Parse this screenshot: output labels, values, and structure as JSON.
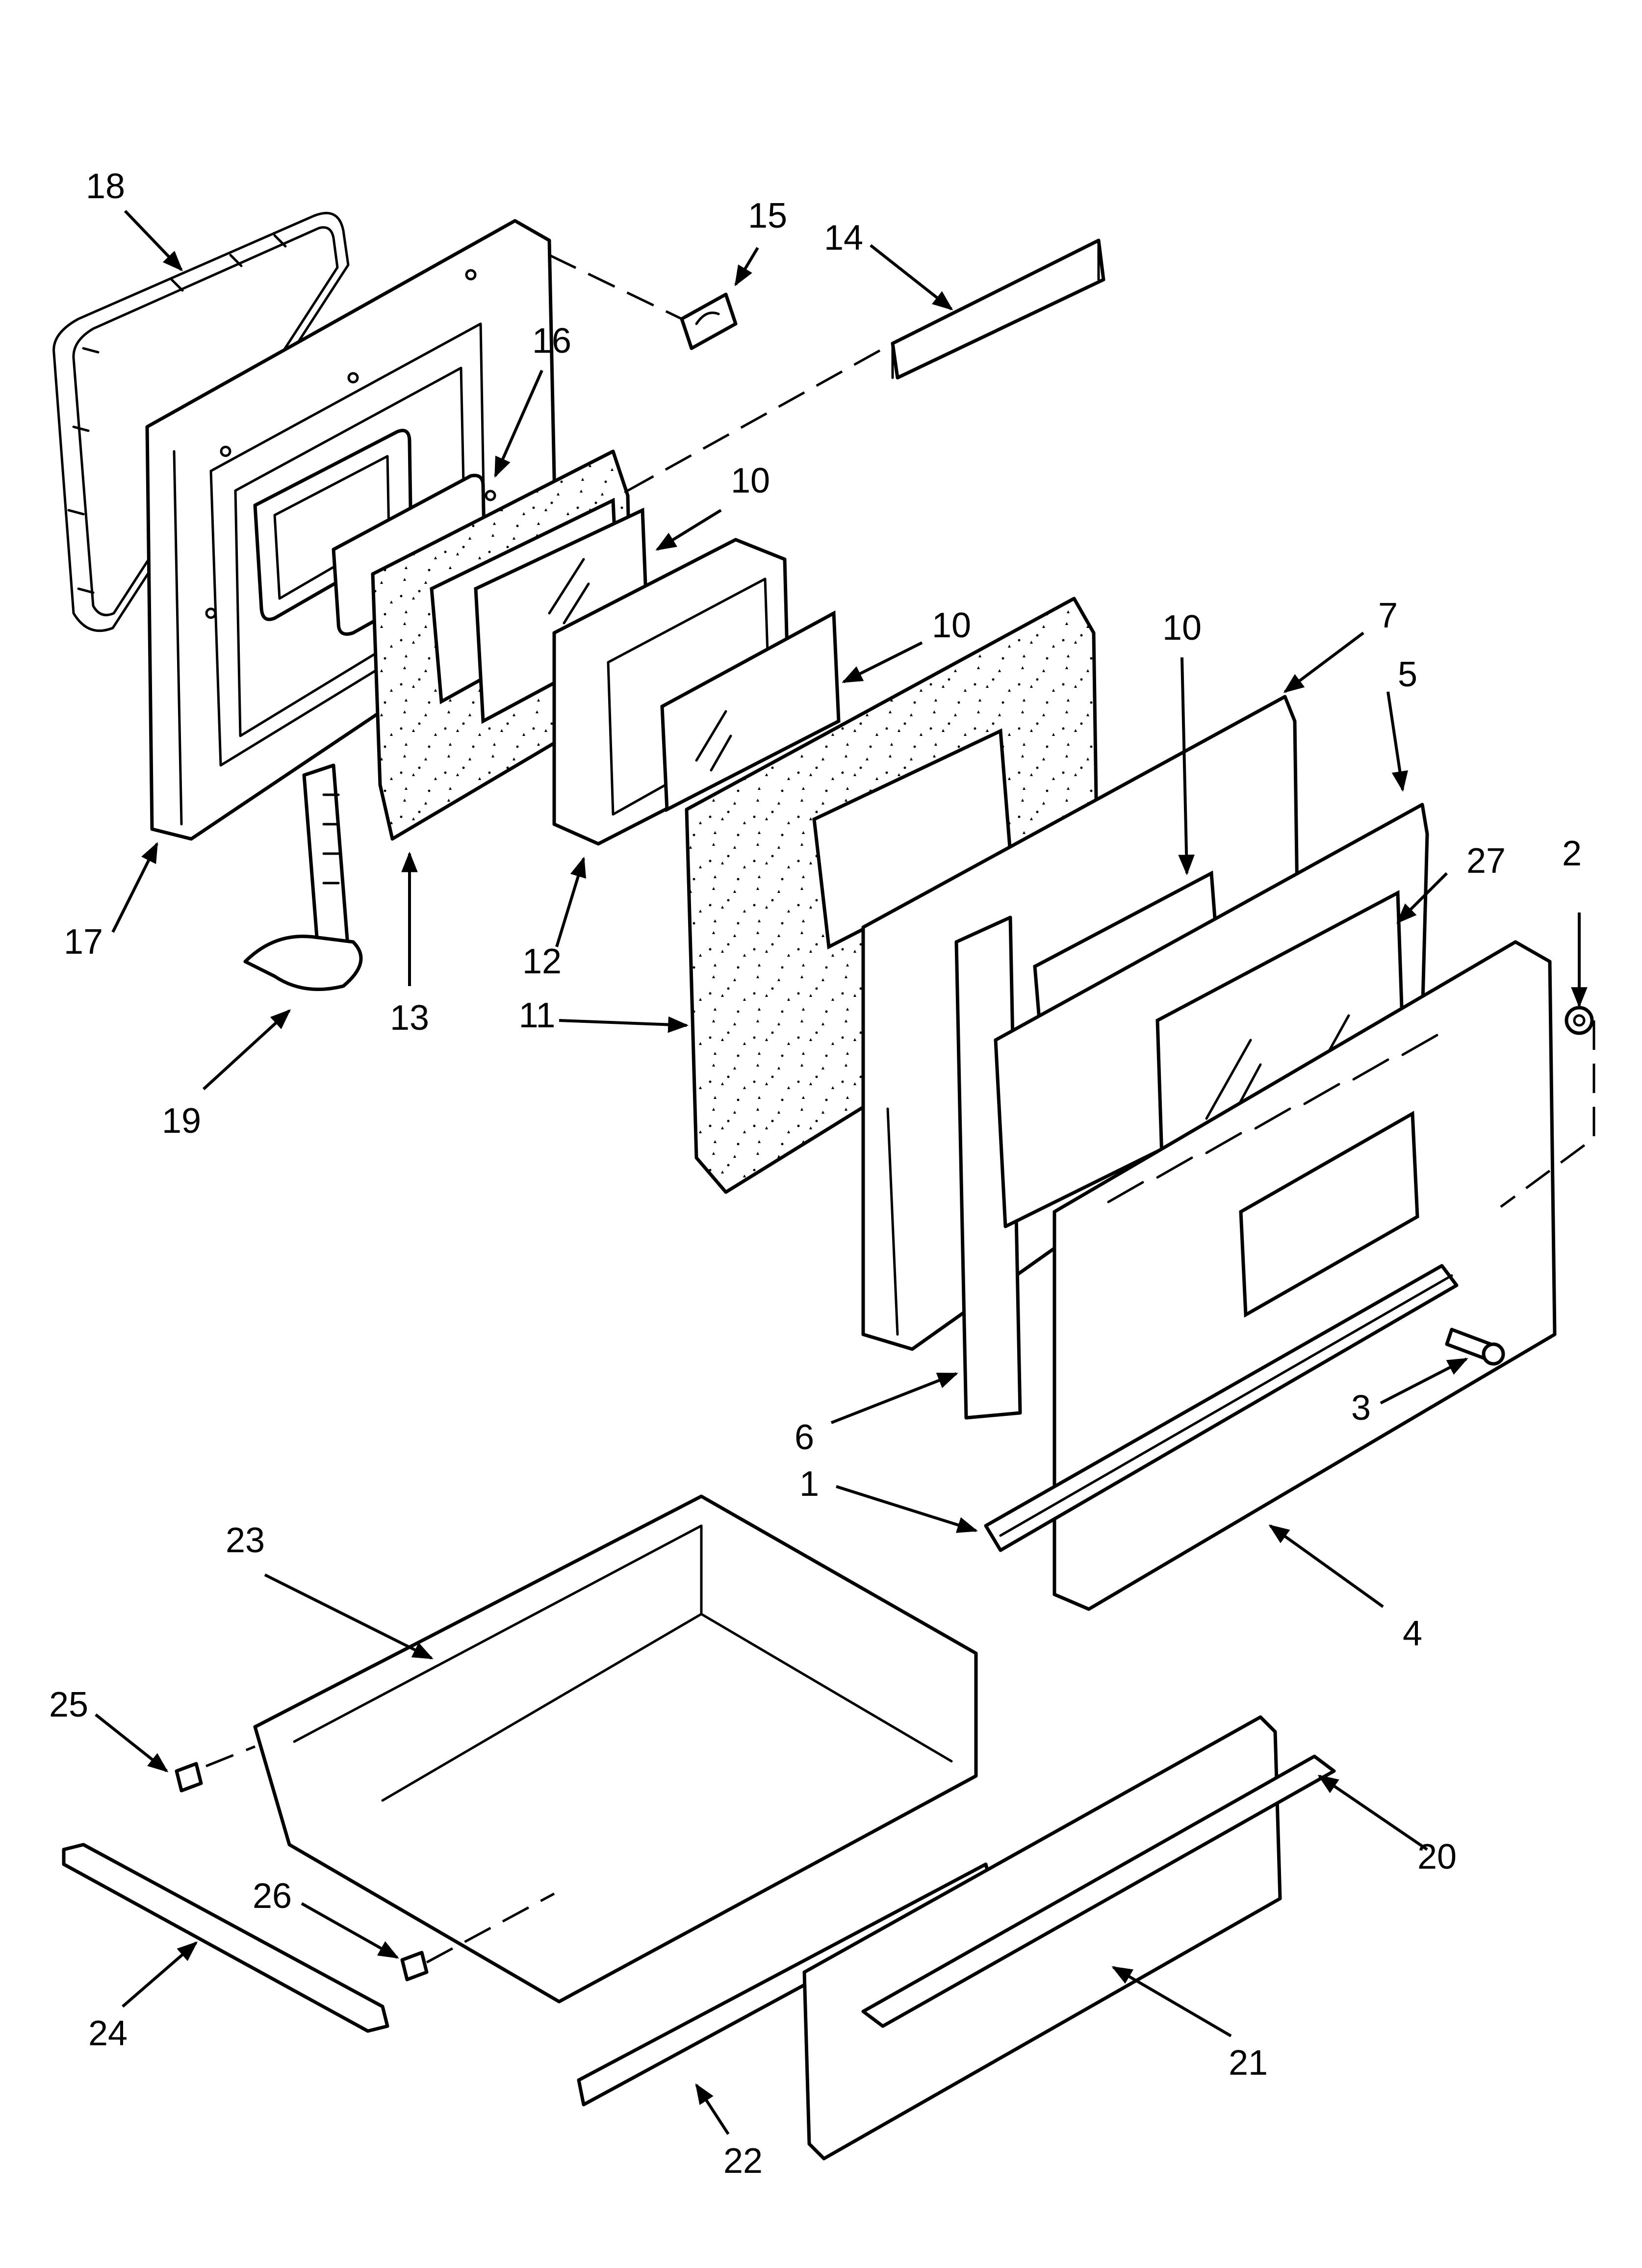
{
  "diagram": {
    "colors": {
      "ink": "#000000",
      "paper": "#ffffff"
    },
    "callouts": [
      {
        "id": "c18",
        "label": "18"
      },
      {
        "id": "c15",
        "label": "15"
      },
      {
        "id": "c14",
        "label": "14"
      },
      {
        "id": "c16",
        "label": "16"
      },
      {
        "id": "c10a",
        "label": "10"
      },
      {
        "id": "c10b",
        "label": "10"
      },
      {
        "id": "c10c",
        "label": "10"
      },
      {
        "id": "c7",
        "label": "7"
      },
      {
        "id": "c5",
        "label": "5"
      },
      {
        "id": "c27",
        "label": "27"
      },
      {
        "id": "c2",
        "label": "2"
      },
      {
        "id": "c17",
        "label": "17"
      },
      {
        "id": "c12",
        "label": "12"
      },
      {
        "id": "c13",
        "label": "13"
      },
      {
        "id": "c11",
        "label": "11"
      },
      {
        "id": "c19",
        "label": "19"
      },
      {
        "id": "c6",
        "label": "6"
      },
      {
        "id": "c3",
        "label": "3"
      },
      {
        "id": "c1",
        "label": "1"
      },
      {
        "id": "c4",
        "label": "4"
      },
      {
        "id": "c23",
        "label": "23"
      },
      {
        "id": "c25",
        "label": "25"
      },
      {
        "id": "c20",
        "label": "20"
      },
      {
        "id": "c26",
        "label": "26"
      },
      {
        "id": "c24",
        "label": "24"
      },
      {
        "id": "c22",
        "label": "22"
      },
      {
        "id": "c21",
        "label": "21"
      }
    ]
  }
}
